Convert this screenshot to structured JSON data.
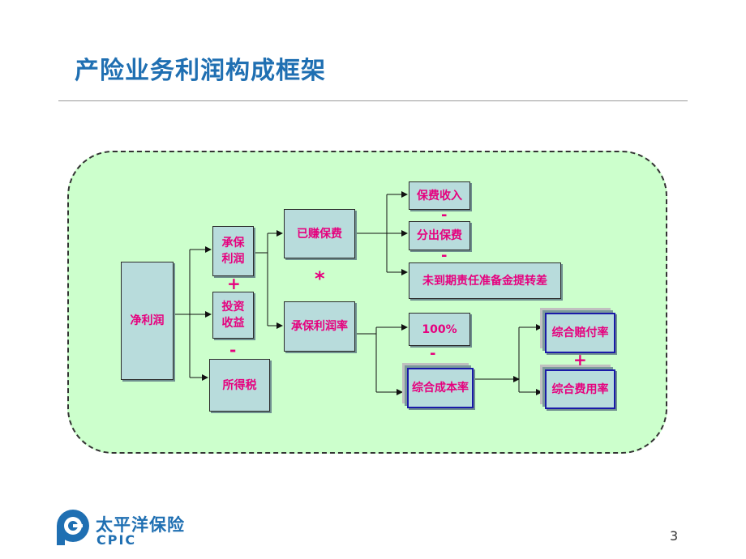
{
  "slide": {
    "title": "产险业务利润构成框架",
    "page_number": "3"
  },
  "brand": {
    "name_cn": "太平洋保险",
    "name_en": "CPIC",
    "logo_icon": "cpic-logo-icon",
    "color": "#1f6fb2"
  },
  "diagram": {
    "nodes": {
      "net_profit": "净利润",
      "underwriting_profit": "承保\n利润",
      "investment_income": "投资\n收益",
      "income_tax": "所得税",
      "earned_premium": "已赚保费",
      "underwriting_profit_rate": "承保利润率",
      "premium_income": "保费收入",
      "ceded_premium": "分出保费",
      "unearned_reserve_change": "未到期责任准备金提转差",
      "hundred_percent": "100%",
      "combined_cost_ratio": "综合成本率",
      "combined_loss_ratio": "综合赔付率",
      "combined_expense_ratio": "综合费用率"
    },
    "operators": {
      "plus_profit_investment": "+",
      "minus_tax": "-",
      "multiply": "*",
      "minus_ceded": "-",
      "minus_reserve": "-",
      "minus_cost_ratio": "-",
      "plus_ratios": "+"
    },
    "colors": {
      "panel_fill": "#ccffcc",
      "node_fill": "#b8dcdc",
      "text": "#e6007e",
      "highlight_border": "#1a1aa8"
    }
  }
}
